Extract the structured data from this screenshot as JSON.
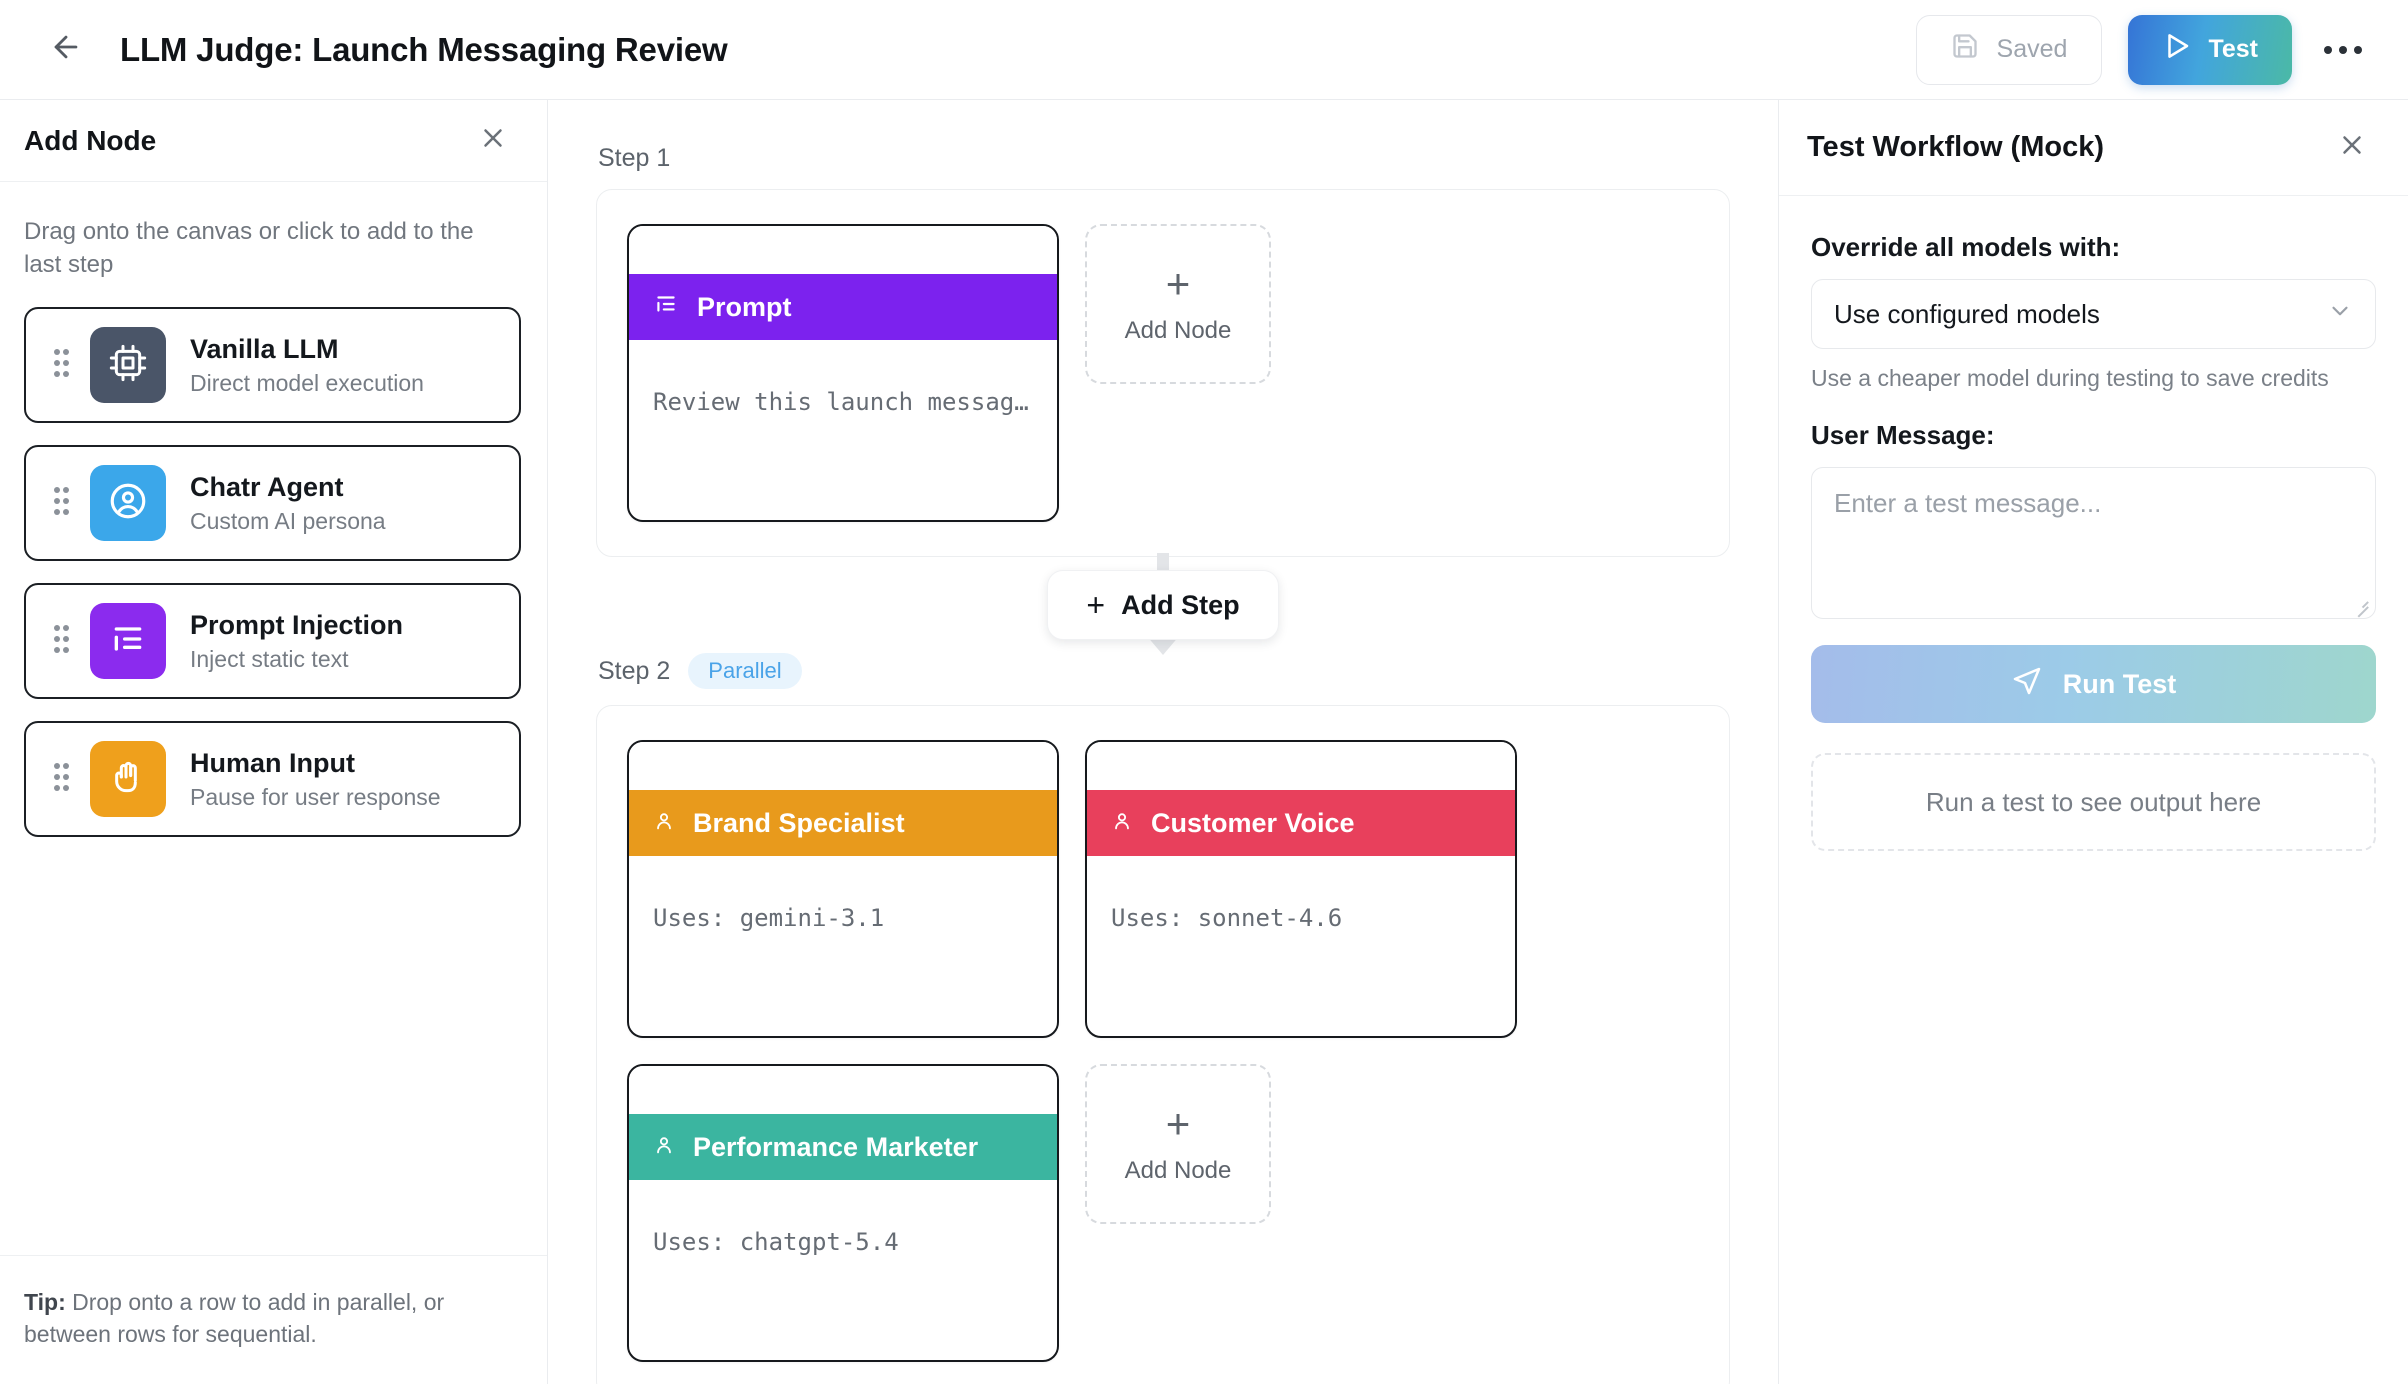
{
  "header": {
    "back_icon": "arrow-left-icon",
    "title": "LLM Judge: Launch Messaging Review",
    "saved_label": "Saved",
    "saved_icon": "save-disk-icon",
    "test_label": "Test",
    "test_icon": "play-icon",
    "more_icon": "ellipsis-icon"
  },
  "sidebar": {
    "title": "Add Node",
    "close_icon": "close-icon",
    "hint": "Drag onto the canvas or click to add to the last step",
    "items": [
      {
        "name": "Vanilla LLM",
        "desc": "Direct model execution",
        "icon": "cpu-chip-icon",
        "color": "#4a5568",
        "handle_icon": "drag-handle-icon"
      },
      {
        "name": "Chatr Agent",
        "desc": "Custom AI persona",
        "icon": "user-circle-icon",
        "color": "#3BA7EA",
        "handle_icon": "drag-handle-icon"
      },
      {
        "name": "Prompt Injection",
        "desc": "Inject static text",
        "icon": "list-text-icon",
        "color": "#8B2BEE",
        "handle_icon": "drag-handle-icon"
      },
      {
        "name": "Human Input",
        "desc": "Pause for user response",
        "icon": "hand-raised-icon",
        "color": "#EFA01C",
        "handle_icon": "drag-handle-icon"
      }
    ],
    "tip_prefix": "Tip:",
    "tip_text": " Drop onto a row to add in parallel, or between rows for sequential."
  },
  "canvas": {
    "add_node_label": "Add Node",
    "add_node_icon": "plus-icon",
    "add_step_label": "Add Step",
    "add_step_icon": "plus-icon",
    "steps": [
      {
        "label": "Step 1",
        "badge": null,
        "nodes": [
          {
            "title": "Prompt",
            "subtitle": "Review this launch messag…",
            "color": "#7C22EE",
            "icon": "list-text-icon"
          }
        ],
        "has_add_node": true
      },
      {
        "label": "Step 2",
        "badge": "Parallel",
        "nodes": [
          {
            "title": "Brand Specialist",
            "subtitle": "Uses: gemini-3.1",
            "color": "#E89A1C",
            "icon": "user-icon"
          },
          {
            "title": "Customer Voice",
            "subtitle": "Uses: sonnet-4.6",
            "color": "#E8405C",
            "icon": "user-icon"
          },
          {
            "title": "Performance Marketer",
            "subtitle": "Uses: chatgpt-5.4",
            "color": "#3BB5A0",
            "icon": "user-icon"
          }
        ],
        "has_add_node": true
      }
    ]
  },
  "test_panel": {
    "title": "Test Workflow (Mock)",
    "close_icon": "close-icon",
    "override_label": "Override all models with:",
    "override_value": "Use configured models",
    "override_chevron_icon": "chevron-down-icon",
    "override_help": "Use a cheaper model during testing to save credits",
    "user_message_label": "User Message:",
    "user_message_value": "",
    "user_message_placeholder": "Enter a test message...",
    "run_label": "Run Test",
    "run_icon": "send-plane-icon",
    "output_placeholder": "Run a test to see output here"
  }
}
